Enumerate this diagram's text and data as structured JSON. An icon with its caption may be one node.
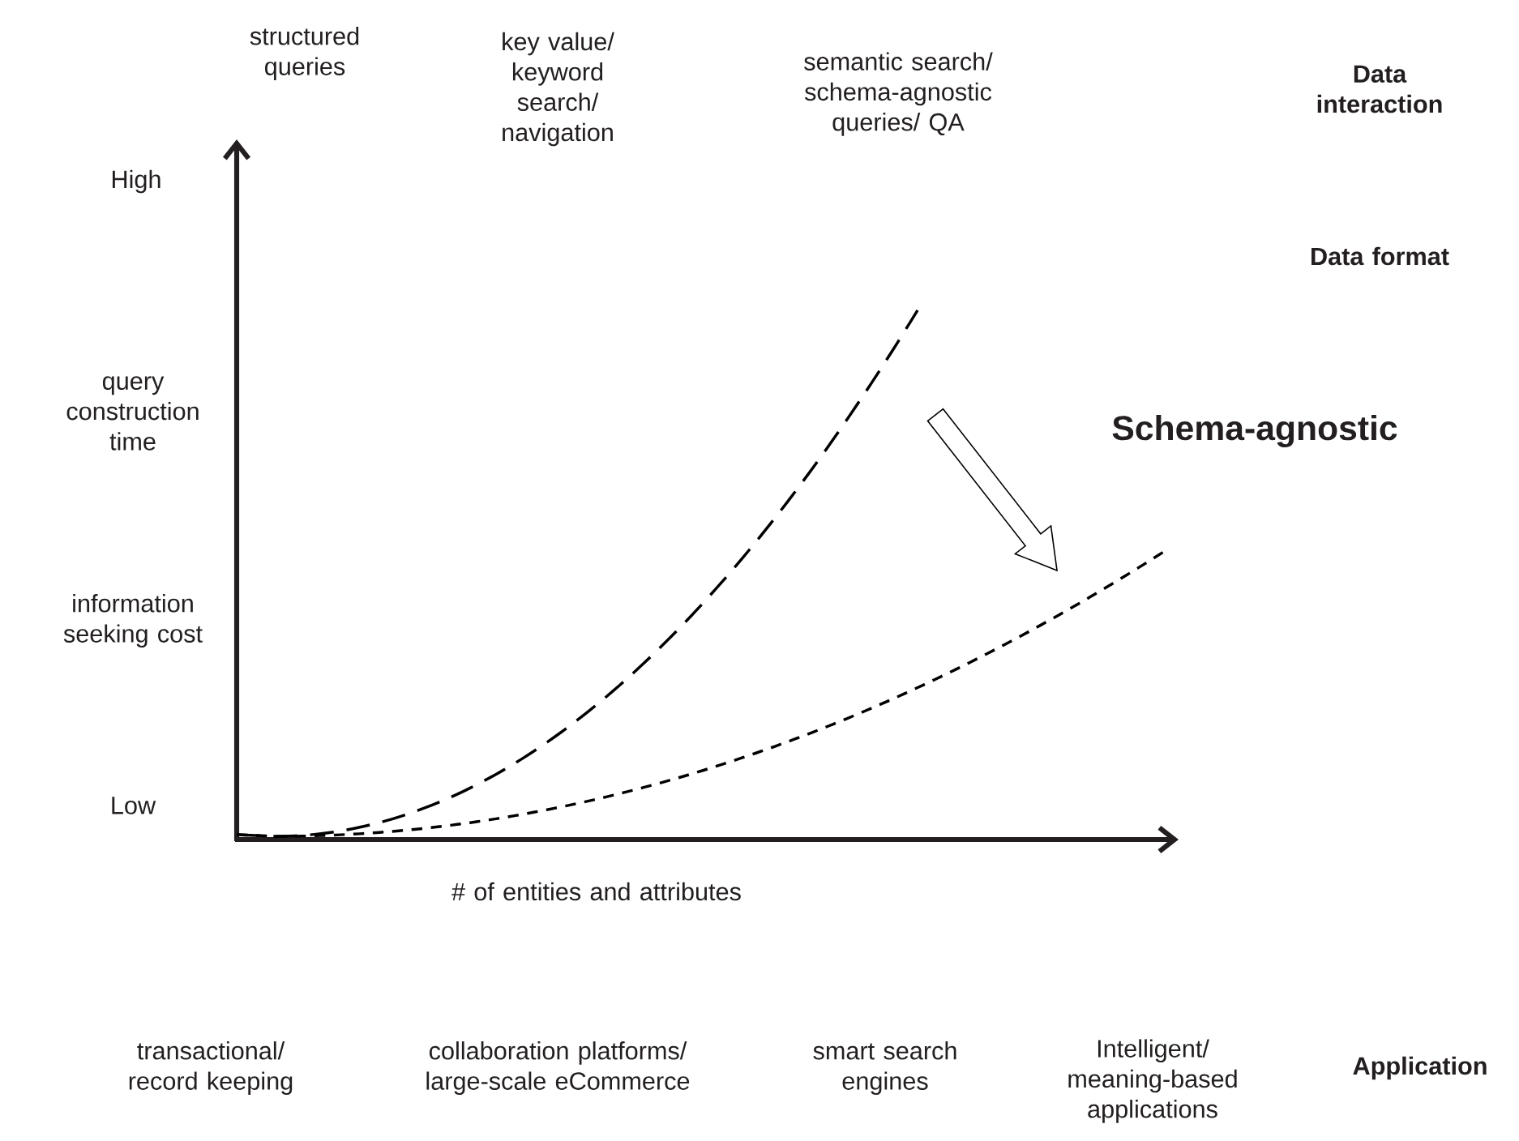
{
  "diagram": {
    "labels": [
      "structured queries",
      "key value/ keyword search/ navigation",
      "semantic search/ schema-agnostic queries/ QA",
      "Data interaction",
      "High",
      "Data format",
      "query construction time",
      "Schema-agnostic",
      "information seeking cost",
      "Low",
      "# of entities and attributes",
      "transactional/ record keeping",
      "collaboration platforms/ large-scale eCommerce",
      "smart search engines",
      "Intelligent/ meaning-based applications",
      "Application"
    ]
  }
}
